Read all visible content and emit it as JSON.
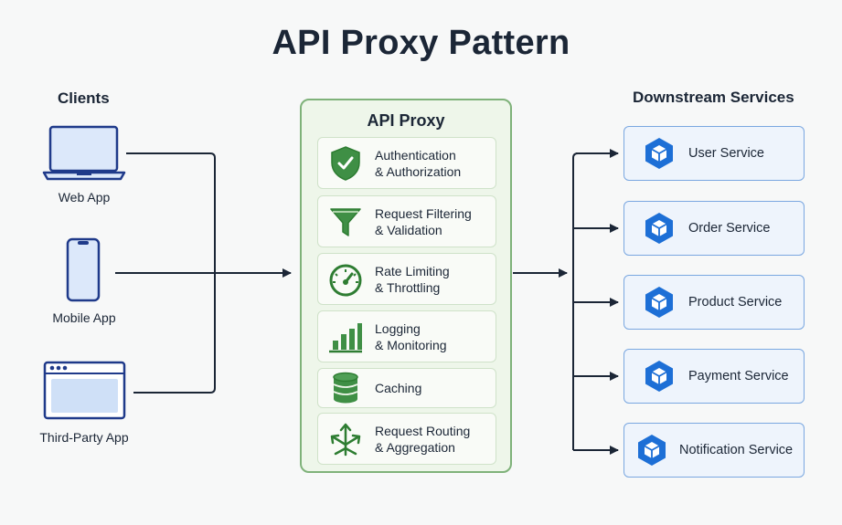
{
  "title": "API Proxy Pattern",
  "clients": {
    "heading": "Clients",
    "items": [
      {
        "label": "Web App",
        "icon": "laptop-icon"
      },
      {
        "label": "Mobile App",
        "icon": "smartphone-icon"
      },
      {
        "label": "Third-Party App",
        "icon": "browser-window-icon"
      }
    ]
  },
  "proxy": {
    "title": "API Proxy",
    "features": [
      {
        "line1": "Authentication",
        "line2": "& Authorization",
        "icon": "shield-check-icon"
      },
      {
        "line1": "Request Filtering",
        "line2": "& Validation",
        "icon": "funnel-icon"
      },
      {
        "line1": "Rate Limiting",
        "line2": "& Throttling",
        "icon": "speedometer-icon"
      },
      {
        "line1": "Logging",
        "line2": "& Monitoring",
        "icon": "bar-chart-icon"
      },
      {
        "line1": "Caching",
        "line2": "",
        "icon": "database-icon"
      },
      {
        "line1": "Request Routing",
        "line2": "& Aggregation",
        "icon": "routing-arrows-icon"
      }
    ]
  },
  "services": {
    "heading": "Downstream Services",
    "items": [
      {
        "label": "User Service",
        "icon": "cube-icon"
      },
      {
        "label": "Order Service",
        "icon": "cube-icon"
      },
      {
        "label": "Product Service",
        "icon": "cube-icon"
      },
      {
        "label": "Payment Service",
        "icon": "cube-icon"
      },
      {
        "label": "Notification Service",
        "icon": "cube-icon"
      }
    ]
  },
  "colors": {
    "text": "#1b2636",
    "client_blue": "#1f3a8a",
    "client_fill": "#dce8fa",
    "proxy_green": "#2e7d32",
    "proxy_border": "#7fb27a",
    "service_blue": "#1d6fd6",
    "service_border": "#7aa7e0"
  }
}
